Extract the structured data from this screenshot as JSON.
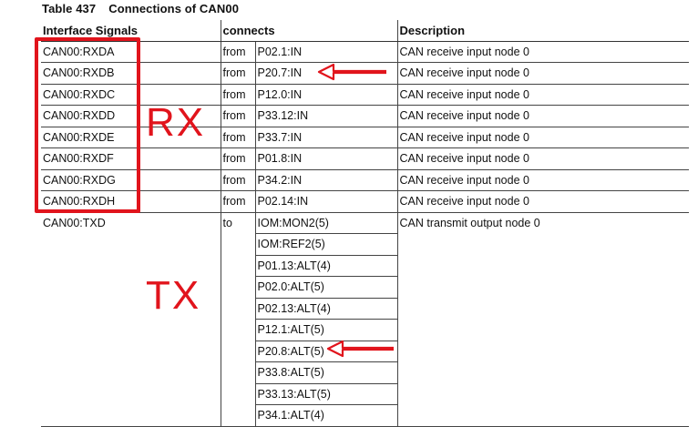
{
  "table": {
    "number": "Table 437",
    "caption": "Connections of CAN00",
    "headers": {
      "signals": "Interface Signals",
      "connects": "connects",
      "description": "Description"
    },
    "rx_rows": [
      {
        "signal": "CAN00:RXDA",
        "dir": "from",
        "port": "P02.1:IN",
        "desc": "CAN receive input node 0"
      },
      {
        "signal": "CAN00:RXDB",
        "dir": "from",
        "port": "P20.7:IN",
        "desc": "CAN receive input node 0"
      },
      {
        "signal": "CAN00:RXDC",
        "dir": "from",
        "port": "P12.0:IN",
        "desc": "CAN receive input node 0"
      },
      {
        "signal": "CAN00:RXDD",
        "dir": "from",
        "port": "P33.12:IN",
        "desc": "CAN receive input node 0"
      },
      {
        "signal": "CAN00:RXDE",
        "dir": "from",
        "port": "P33.7:IN",
        "desc": "CAN receive input node 0"
      },
      {
        "signal": "CAN00:RXDF",
        "dir": "from",
        "port": "P01.8:IN",
        "desc": "CAN receive input node 0"
      },
      {
        "signal": "CAN00:RXDG",
        "dir": "from",
        "port": "P34.2:IN",
        "desc": "CAN receive input node 0"
      },
      {
        "signal": "CAN00:RXDH",
        "dir": "from",
        "port": "P02.14:IN",
        "desc": "CAN receive input node 0"
      }
    ],
    "tx": {
      "signal": "CAN00:TXD",
      "dir": "to",
      "desc": "CAN transmit output node 0",
      "ports": [
        "IOM:MON2(5)",
        "IOM:REF2(5)",
        "P01.13:ALT(4)",
        "P02.0:ALT(5)",
        "P02.13:ALT(4)",
        "P12.1:ALT(5)",
        "P20.8:ALT(5)",
        "P33.8:ALT(5)",
        "P33.13:ALT(5)",
        "P34.1:ALT(4)"
      ]
    }
  },
  "annotations": {
    "rx_label": "RX",
    "tx_label": "TX",
    "color": "#e1141c",
    "arrow_icon": "left-arrow-icon"
  }
}
